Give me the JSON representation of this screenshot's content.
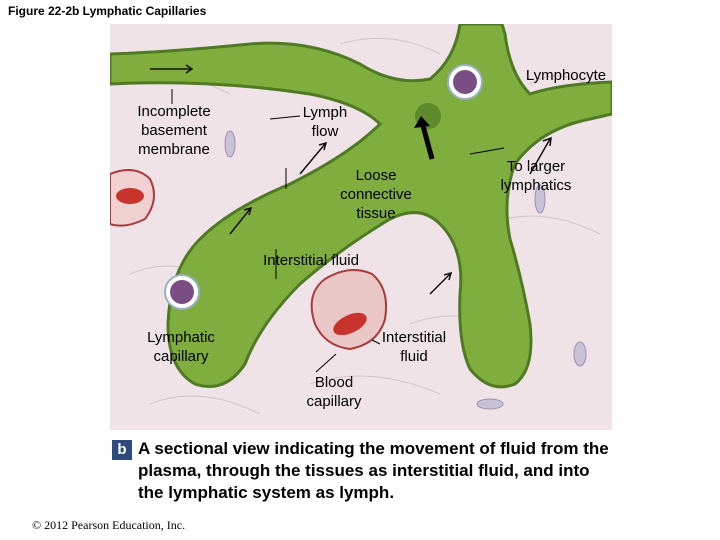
{
  "figure": {
    "title": "Figure 22-2b  Lymphatic Capillaries"
  },
  "labels": {
    "lymphocyte": "Lymphocyte",
    "incomplete_basement_membrane": "Incomplete\nbasement\nmembrane",
    "lymph_flow": "Lymph\nflow",
    "loose_connective_tissue": "Loose\nconnective\ntissue",
    "to_larger_lymphatics": "To larger\nlymphatics",
    "interstitial_fluid_top": "Interstitial fluid",
    "lymphatic_capillary": "Lymphatic\ncapillary",
    "interstitial_fluid_bottom": "Interstitial\nfluid",
    "blood_capillary": "Blood\ncapillary"
  },
  "caption": {
    "badge": "b",
    "text": "A sectional view indicating the movement of fluid from the plasma, through the tissues as interstitial fluid, and into the lymphatic system as lymph."
  },
  "copyright": "© 2012 Pearson Education, Inc.",
  "colors": {
    "tissue_background": "#efe3e8",
    "lymphatic_vessel": "#7fae3f",
    "vessel_dark": "#4f7a23",
    "blood_cell": "#c8342c",
    "badge": "#2f4b7c"
  }
}
